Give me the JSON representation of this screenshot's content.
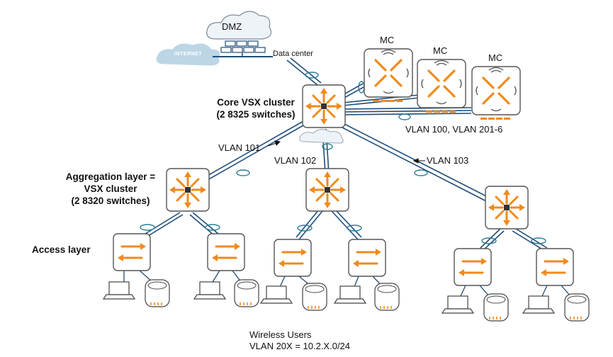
{
  "labels": {
    "dmz": "DMZ",
    "internet": "INTERNET",
    "data_center": "Data center",
    "mc": "MC",
    "core_line1": "Core VSX cluster",
    "core_line2": "(2 8325 switches)",
    "agg_line1": "Aggregation layer =",
    "agg_line2": "VSX cluster",
    "agg_line3": "(2 8320 switches)",
    "access_layer": "Access layer",
    "vlan_mc": "VLAN 100, VLAN 201-6",
    "vlan_101": "VLAN 101",
    "vlan_102": "VLAN 102",
    "vlan_103": "VLAN 103",
    "wireless_line1": "Wireless Users",
    "wireless_line2": "VLAN 20X = 10.2.X.0/24"
  },
  "colors": {
    "link": "#1f4e79",
    "switch_icon": "#f08a1c",
    "cloud_fill": "#eef3f8",
    "internet_cloud": "#bcd6e6",
    "lag_ring": "#2e7d98"
  }
}
